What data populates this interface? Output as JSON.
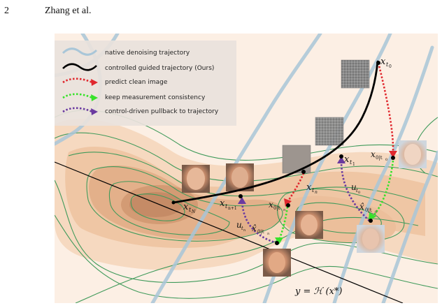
{
  "header": {
    "page_number": "2",
    "running_head": "Zhang et al."
  },
  "legend": {
    "items": [
      {
        "icon": "blue-wave-line-icon",
        "label": "native denoising trajectory"
      },
      {
        "icon": "black-wave-line-icon",
        "label": "controlled guided trajectory (Ours)"
      },
      {
        "icon": "red-dotted-arrow-icon",
        "label": "predict clean image"
      },
      {
        "icon": "green-dotted-arrow-icon",
        "label": "keep measurement consistency"
      },
      {
        "icon": "purple-dotted-arrow-icon",
        "label": "control-driven pullback to trajectory"
      }
    ]
  },
  "colors": {
    "background": "#fcefe4",
    "blue_trajectory": "#a9c6d8",
    "black_trajectory": "#000000",
    "red_arrow": "#e0282e",
    "green_arrow": "#37e22a",
    "purple_arrow": "#6a3aa0",
    "contour": "#3f9a5a"
  },
  "labels": {
    "x_t0": "x",
    "x_t0_sub": "t",
    "x_t0_subsub": "0",
    "x_t1": "x",
    "x_t1_sub": "t",
    "x_t1_subsub": "1",
    "x_tn": "x",
    "x_tn_sub": "t",
    "x_tn_subsub": "n",
    "x_tn1": "x",
    "x_tn1_sub": "t",
    "x_tn1_subsub": "n+1",
    "x_tN": "x",
    "x_tN_sub": "t",
    "x_tN_subsub": "N",
    "x0_t0": "x",
    "x0_t0_sub": "0|t",
    "x0_t0_subsub": "0",
    "x0_tn": "x",
    "x0_tn_sub": "0|t",
    "x0_tn_subsub": "n",
    "xhat0_t0": "x̂",
    "xhat0_t0_sub": "0|t",
    "xhat0_t0_subsub": "0",
    "xhat0_tn": "x̂",
    "xhat0_tn_sub": "0|t",
    "xhat0_tn_subsub": "n",
    "u_t0": "u",
    "u_t0_sub": "t",
    "u_t0_subsub": "0",
    "u_tn": "u",
    "u_tn_sub": "t",
    "u_tn_subsub": "n",
    "measurement_eq": "y = ℋ (x*)"
  }
}
